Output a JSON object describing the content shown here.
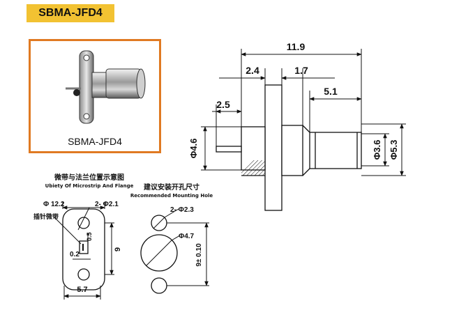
{
  "title": "SBMA-JFD4",
  "photo": {
    "caption": "SBMA-JFD4"
  },
  "main_view": {
    "dims": {
      "overall_length": "11.9",
      "flange_thickness": "2.4",
      "flange_offset": "1.7",
      "shell_length": "5.1",
      "pin_length": "2.5",
      "body_diameter": "Φ4.6",
      "inner_diameter": "Φ3.6",
      "outer_diameter": "Φ5.3"
    }
  },
  "microstrip_view": {
    "caption_cn": "微带与法兰位置示意图",
    "caption_en": "Ubiety Of Microstrip And Flange",
    "dims": {
      "flange_width": "Φ 12.2",
      "hole_dia": "2- Φ2.1",
      "pin_label": "插针微带",
      "gap": "0.5",
      "offset": "0.2",
      "height": "9",
      "width": "5.7"
    }
  },
  "mounting_view": {
    "caption_cn": "建议安装开孔尺寸",
    "caption_en": "Recommended Mounting Hole",
    "dims": {
      "hole_dia": "2- Φ2.3",
      "center_dia": "Φ4.7",
      "spacing": "9± 0.10"
    }
  }
}
